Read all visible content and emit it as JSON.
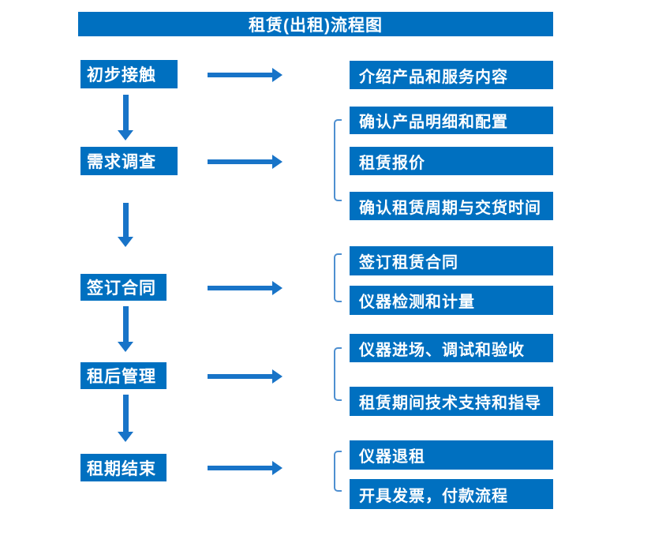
{
  "title": "租赁(出租)流程图",
  "colors": {
    "box_blue": "#0070C0",
    "arrow_blue": "#1874C8",
    "bracket_blue": "#4E8FD0",
    "text_white": "#FFFFFF",
    "background": "#FFFFFF"
  },
  "stages": [
    {
      "label": "初步接触",
      "details": [
        "介绍产品和服务内容"
      ]
    },
    {
      "label": "需求调查",
      "details": [
        "确认产品明细和配置",
        "租赁报价",
        "确认租赁周期与交货时间"
      ]
    },
    {
      "label": "签订合同",
      "details": [
        "签订租赁合同",
        "仪器检测和计量"
      ]
    },
    {
      "label": "租后管理",
      "details": [
        "仪器进场、调试和验收",
        "租赁期间技术支持和指导"
      ]
    },
    {
      "label": "租期结束",
      "details": [
        "仪器退租",
        "开具发票，付款流程"
      ]
    }
  ]
}
